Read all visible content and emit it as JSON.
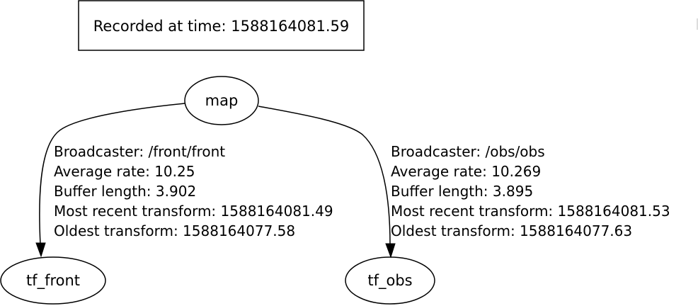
{
  "recorded_label": "Recorded at time: 1588164081.59",
  "nodes": {
    "map": "map",
    "tf_front": "tf_front",
    "tf_obs": "tf_obs"
  },
  "edges": {
    "front": {
      "broadcaster": "Broadcaster: /front/front",
      "average_rate": "Average rate: 10.25",
      "buffer_length": "Buffer length: 3.902",
      "most_recent": "Most recent transform: 1588164081.49",
      "oldest": "Oldest transform: 1588164077.58"
    },
    "obs": {
      "broadcaster": "Broadcaster: /obs/obs",
      "average_rate": "Average rate: 10.269",
      "buffer_length": "Buffer length: 3.895",
      "most_recent": "Most recent transform: 1588164081.53",
      "oldest": "Oldest transform: 1588164077.63"
    }
  }
}
